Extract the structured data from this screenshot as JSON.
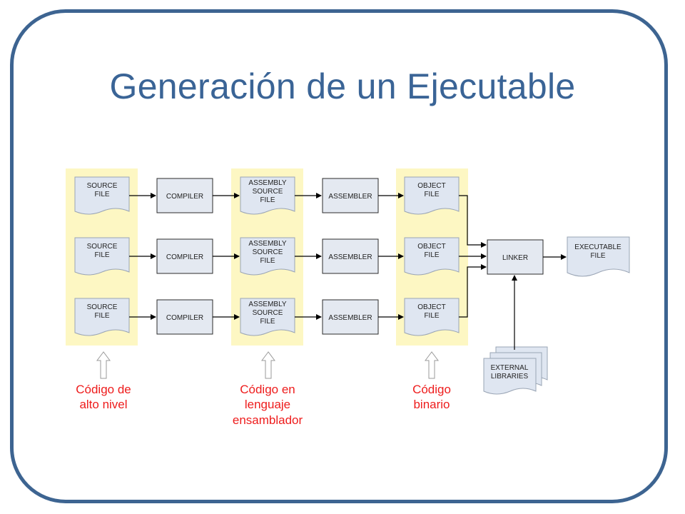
{
  "slide": {
    "title": "Generación de un Ejecutable"
  },
  "diagram": {
    "source_file": [
      "SOURCE",
      "FILE"
    ],
    "compiler": "COMPILER",
    "assembly_source_file": [
      "ASSEMBLY",
      "SOURCE",
      "FILE"
    ],
    "assembler": "ASSEMBLER",
    "object_file": [
      "OBJECT",
      "FILE"
    ],
    "linker": "LINKER",
    "executable_file": [
      "EXECUTABLE",
      "FILE"
    ],
    "external_libraries": [
      "EXTERNAL",
      "LIBRARIES"
    ],
    "captions": {
      "high_level": [
        "Código de",
        "alto nivel"
      ],
      "assembly": [
        "Código en",
        "lenguaje",
        "ensamblador"
      ],
      "binary": [
        "Código",
        "binario"
      ]
    },
    "colors": {
      "highlight": "#fdf7c3",
      "doc_fill": "#dfe6f1",
      "box_fill": "#e4e9f1",
      "arrow": "#000000",
      "caption": "#ee1c1c",
      "frame": "#3d6491",
      "title": "#3a6496"
    }
  }
}
